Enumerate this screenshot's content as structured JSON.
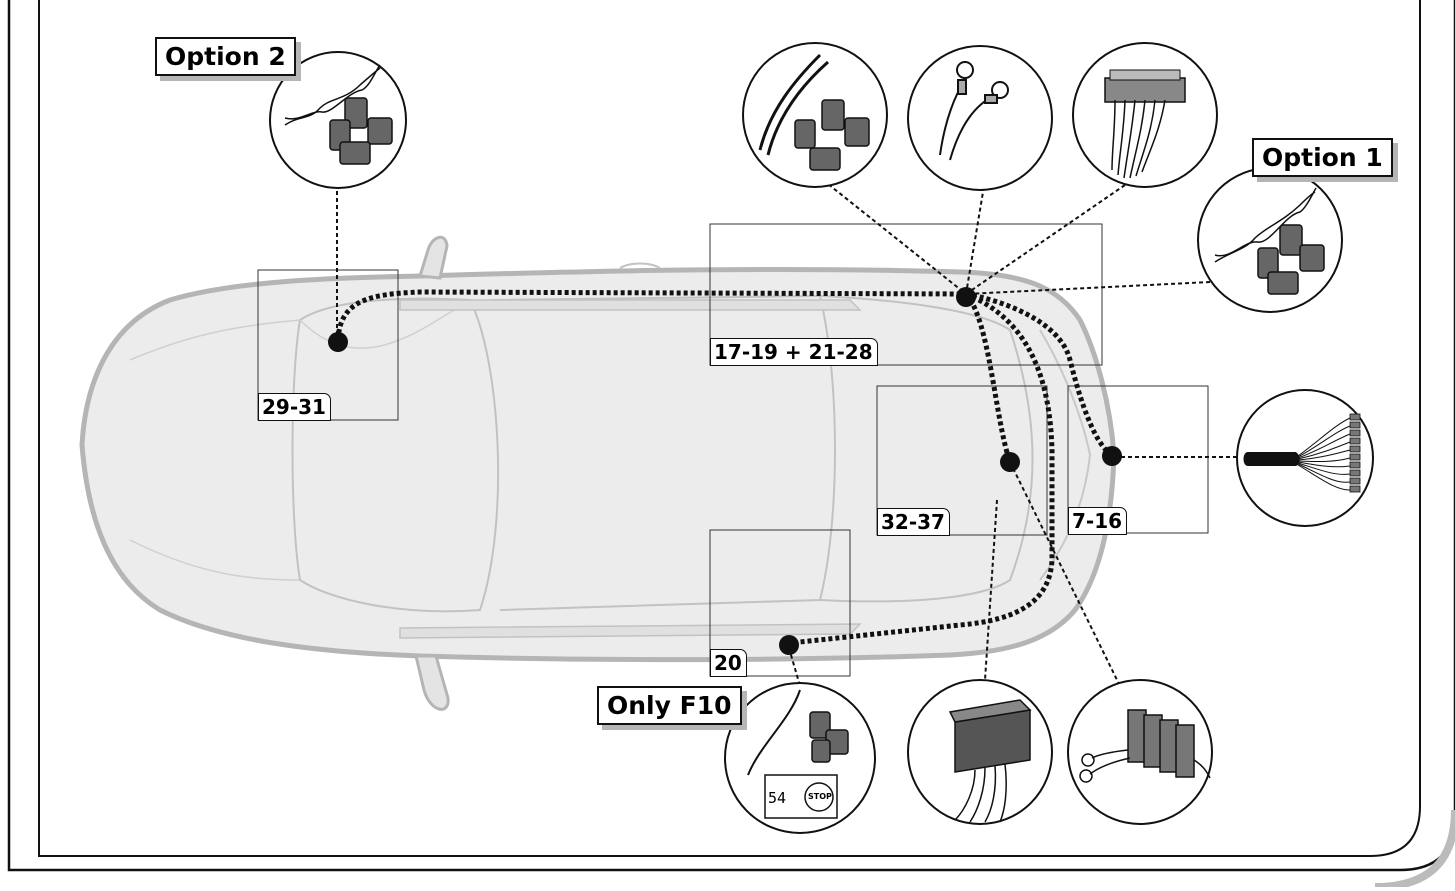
{
  "callouts": {
    "option2": "Option 2",
    "option1": "Option 1",
    "only_f10": "Only F10"
  },
  "zones": {
    "z29_31": "29-31",
    "z17_28": "17-19 + 21-28",
    "z32_37": "32-37",
    "z7_16": "7-16",
    "z20": "20"
  },
  "brake_detail": {
    "number": "54",
    "stop": "STOP"
  },
  "colors": {
    "frame": "#111111",
    "car_fill": "#eeeeee",
    "car_outline": "#b8b8b8",
    "wire": "#111111",
    "shadow": "#b5b5b5"
  }
}
